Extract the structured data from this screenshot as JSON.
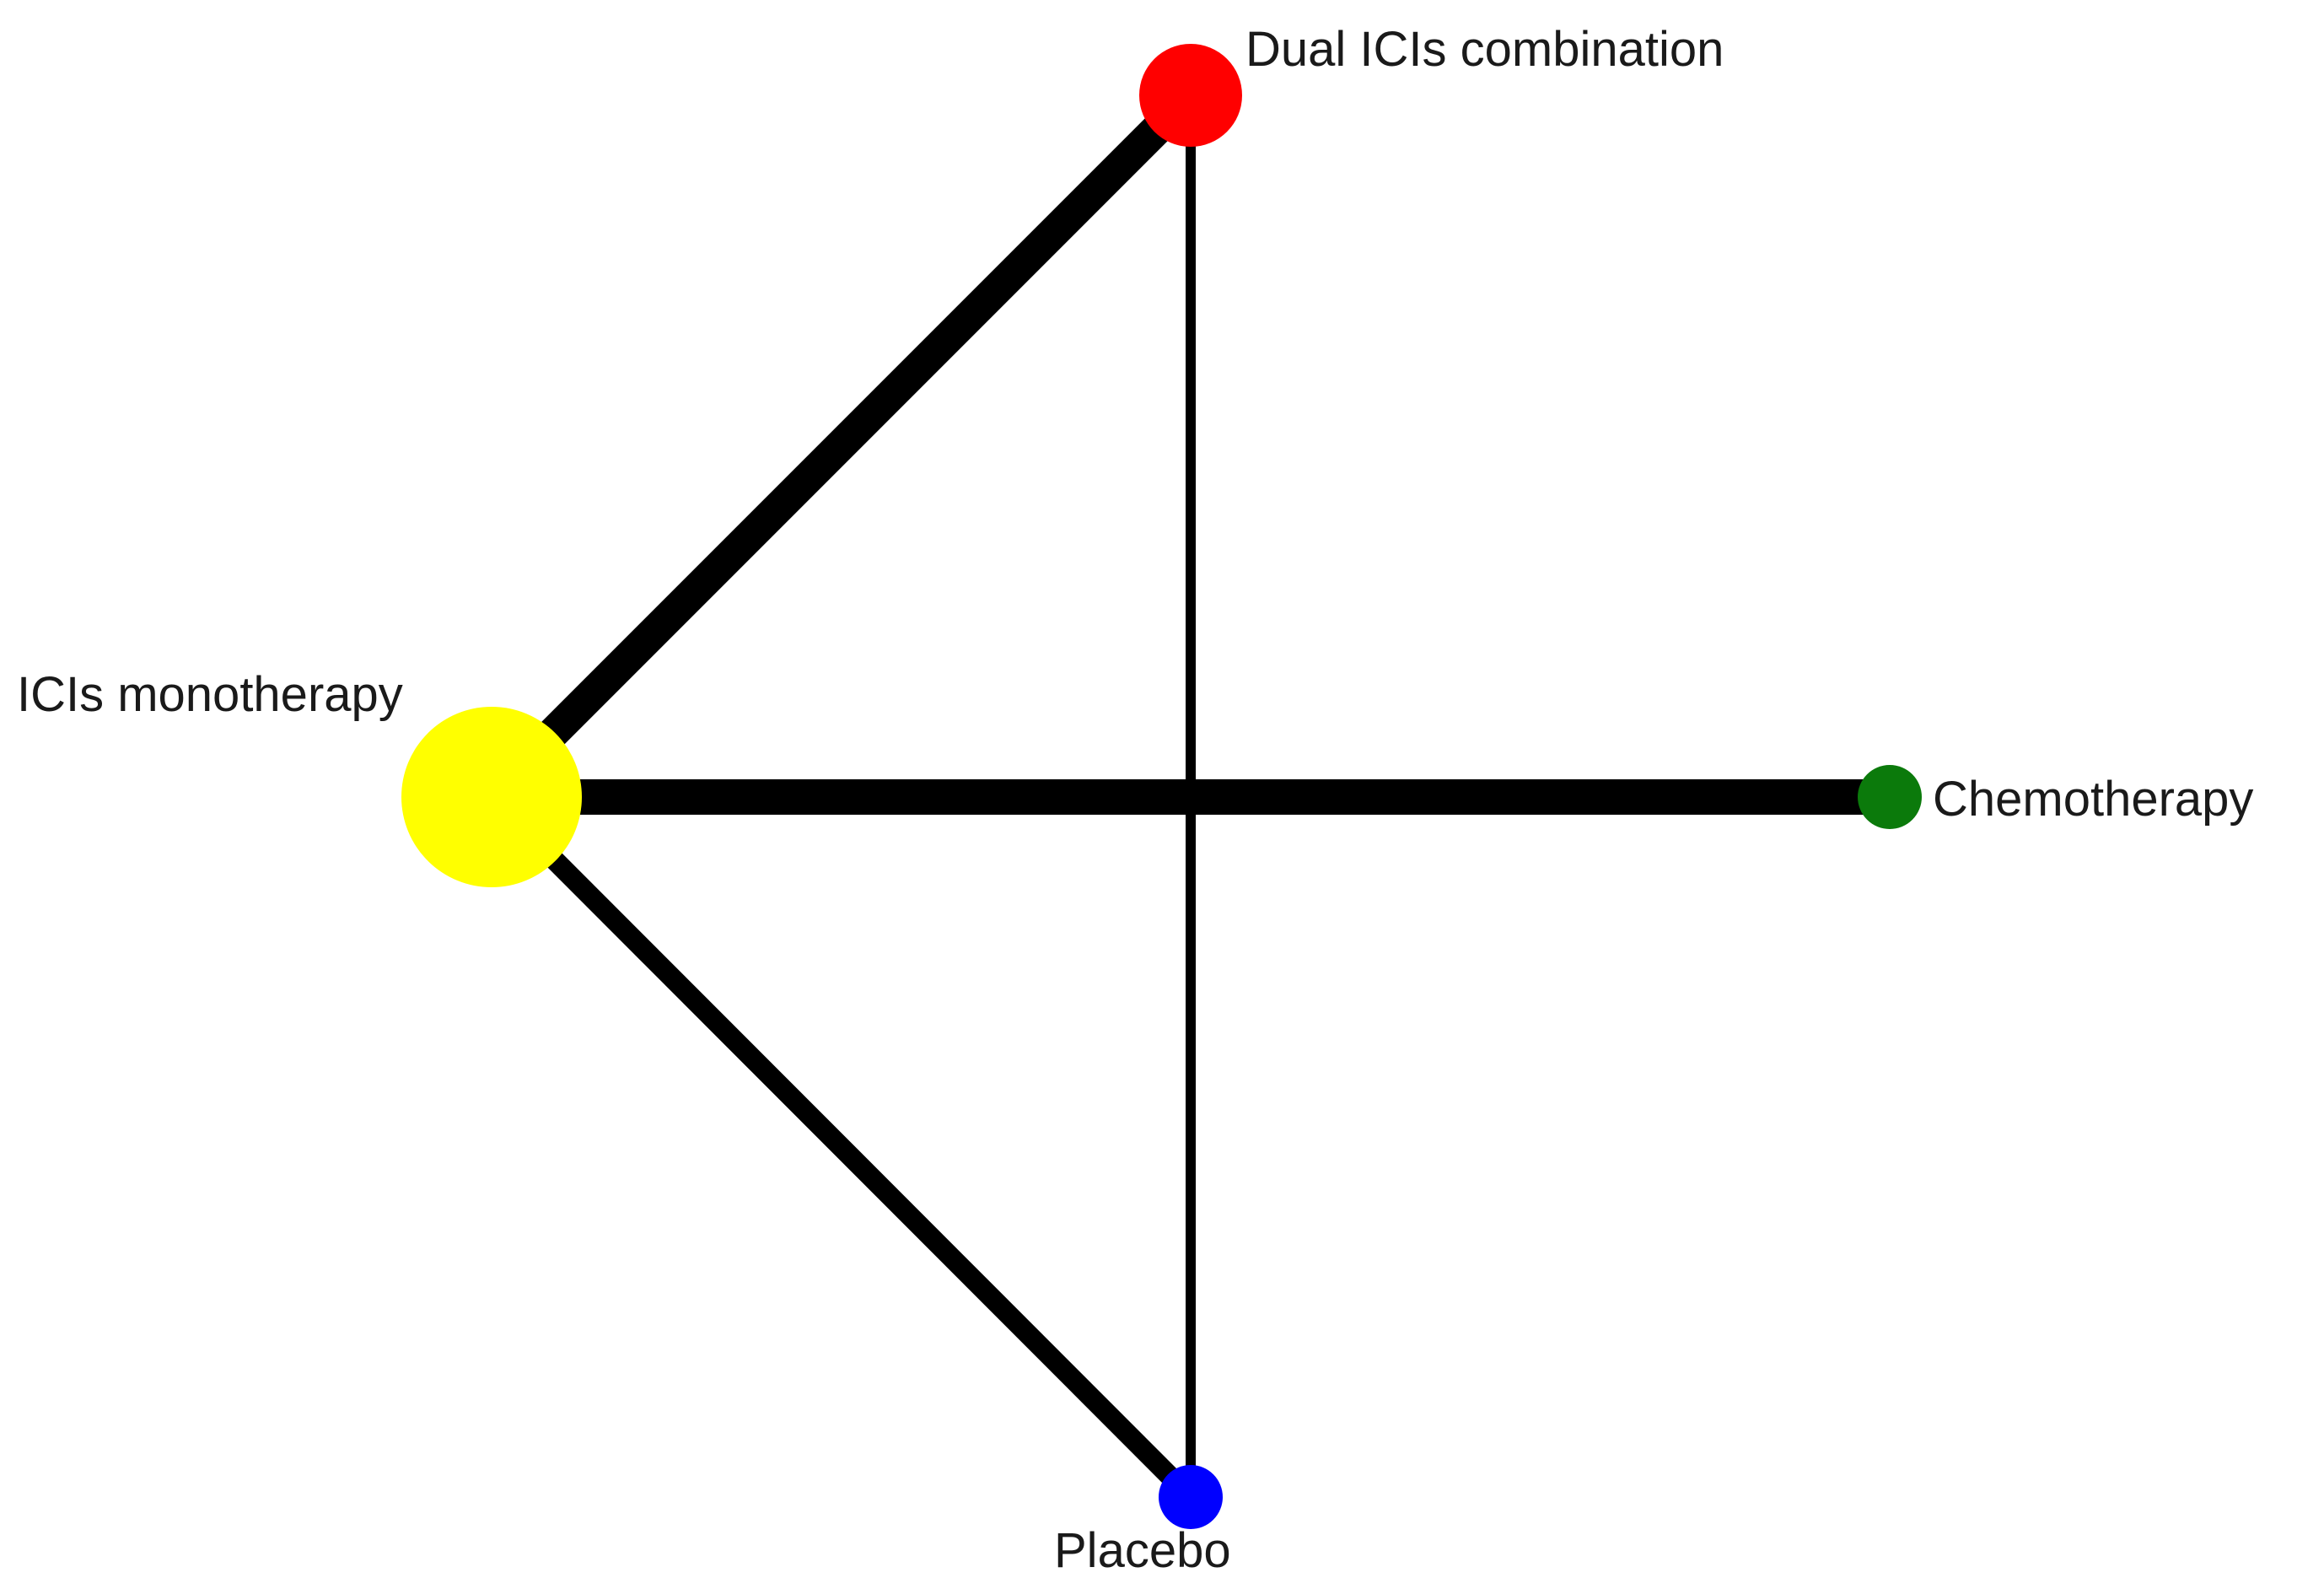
{
  "network": {
    "nodes": [
      {
        "id": "dual",
        "label": "Dual ICIs combination",
        "color": "#ff0000"
      },
      {
        "id": "mono",
        "label": "ICIs monotherapy",
        "color": "#ffff00"
      },
      {
        "id": "chemo",
        "label": "Chemotherapy",
        "color": "#0b7a0b"
      },
      {
        "id": "placebo",
        "label": "Placebo",
        "color": "#0000ff"
      }
    ],
    "edges": [
      {
        "id": "mono-dual",
        "from": "mono",
        "to": "dual"
      },
      {
        "id": "mono-chemo",
        "from": "mono",
        "to": "chemo"
      },
      {
        "id": "mono-placebo",
        "from": "mono",
        "to": "placebo"
      },
      {
        "id": "dual-placebo",
        "from": "dual",
        "to": "placebo"
      }
    ]
  }
}
